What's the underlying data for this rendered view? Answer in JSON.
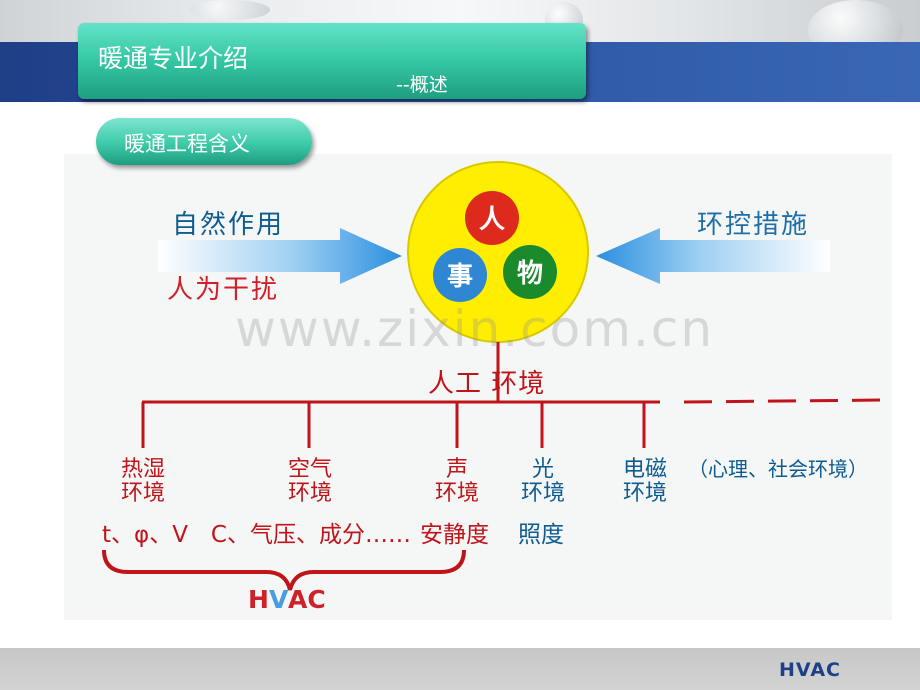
{
  "header": {
    "title": "暖通专业介绍",
    "subtitle": "--概述"
  },
  "section": {
    "title": "暖通工程含义"
  },
  "diagram": {
    "circle": {
      "items": [
        "人",
        "事",
        "物"
      ],
      "colors": {
        "outer": "#ffee00",
        "ren": "#dd2a1c",
        "shi": "#2f86d2",
        "wu": "#1a8a2c"
      }
    },
    "left_arrow": {
      "top_label": "自然作用",
      "bottom_label": "人为干扰"
    },
    "right_arrow": {
      "label": "环控措施"
    },
    "trunk_label": "人工 环境",
    "branches": [
      {
        "line1": "热湿",
        "line2": "环境"
      },
      {
        "line1": "空气",
        "line2": "环境"
      },
      {
        "line1": "声",
        "line2": "环境"
      },
      {
        "line1": "光",
        "line2": "环境"
      },
      {
        "line1": "电磁",
        "line2": "环境"
      }
    ],
    "extra_label": "（心理、社会环境）",
    "params": {
      "left": "t、φ、V　C、气压、成分……",
      "sound": "安静度",
      "light": "照度"
    },
    "brace_label": {
      "h": "H",
      "v": "V",
      "ac": "AC"
    },
    "colors": {
      "tree": "#c0141a",
      "blue_text": "#0e5b8f",
      "red_text": "#d0202a",
      "label_blue": "#1e6fa8"
    }
  },
  "watermark": "www.zixin.com.cn",
  "footer": {
    "label": "HVAC"
  }
}
